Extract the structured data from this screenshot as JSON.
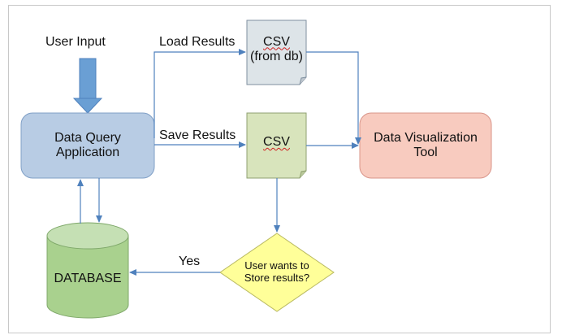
{
  "diagram": {
    "user_input_label": "User Input",
    "data_query_app": {
      "line1": "Data Query",
      "line2": "Application"
    },
    "load_results_label": "Load Results",
    "save_results_label": "Save Results",
    "csv_db": {
      "line1": "CSV",
      "line2": "(from db)"
    },
    "csv_save": {
      "line1": "CSV"
    },
    "viz_tool": {
      "line1": "Data Visualization",
      "line2": "Tool"
    },
    "database_label": "DATABASE",
    "decision": {
      "line1": "User wants to",
      "line2": "Store results?"
    },
    "yes_label": "Yes"
  },
  "colors": {
    "app_fill": "#b8cce4",
    "csv_db_fill": "#dde4e8",
    "csv_save_fill": "#d8e4bc",
    "viz_fill": "#f8cbbf",
    "db_fill": "#a9d18e",
    "decision_fill": "#ffff99",
    "arrow": "#4f81bd"
  }
}
